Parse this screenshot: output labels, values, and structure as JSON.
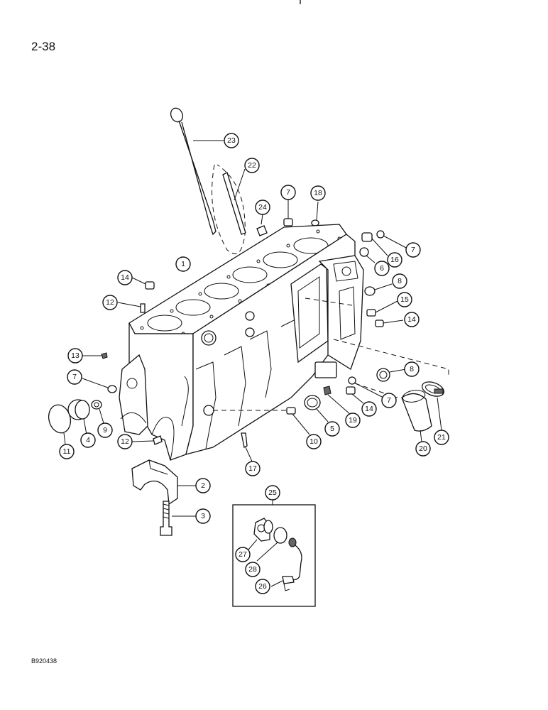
{
  "page_label": "2-38",
  "image_code": "B920438",
  "callouts": [
    {
      "id": "c23",
      "label": "23"
    },
    {
      "id": "c22",
      "label": "22"
    },
    {
      "id": "c24",
      "label": "24"
    },
    {
      "id": "c7a",
      "label": "7"
    },
    {
      "id": "c18",
      "label": "18"
    },
    {
      "id": "c7b",
      "label": "7"
    },
    {
      "id": "c16",
      "label": "16"
    },
    {
      "id": "c6",
      "label": "6"
    },
    {
      "id": "c8a",
      "label": "8"
    },
    {
      "id": "c15",
      "label": "15"
    },
    {
      "id": "c14a",
      "label": "14"
    },
    {
      "id": "c1",
      "label": "1"
    },
    {
      "id": "c14b",
      "label": "14"
    },
    {
      "id": "c12a",
      "label": "12"
    },
    {
      "id": "c13",
      "label": "13"
    },
    {
      "id": "c7c",
      "label": "7"
    },
    {
      "id": "c8b",
      "label": "8"
    },
    {
      "id": "c7d",
      "label": "7"
    },
    {
      "id": "c14c",
      "label": "14"
    },
    {
      "id": "c19",
      "label": "19"
    },
    {
      "id": "c5",
      "label": "5"
    },
    {
      "id": "c10",
      "label": "10"
    },
    {
      "id": "c20",
      "label": "20"
    },
    {
      "id": "c21",
      "label": "21"
    },
    {
      "id": "c11",
      "label": "11"
    },
    {
      "id": "c4",
      "label": "4"
    },
    {
      "id": "c9",
      "label": "9"
    },
    {
      "id": "c12b",
      "label": "12"
    },
    {
      "id": "c17",
      "label": "17"
    },
    {
      "id": "c2",
      "label": "2"
    },
    {
      "id": "c3",
      "label": "3"
    },
    {
      "id": "c25",
      "label": "25"
    },
    {
      "id": "c27",
      "label": "27"
    },
    {
      "id": "c28",
      "label": "28"
    },
    {
      "id": "c26",
      "label": "26"
    }
  ]
}
